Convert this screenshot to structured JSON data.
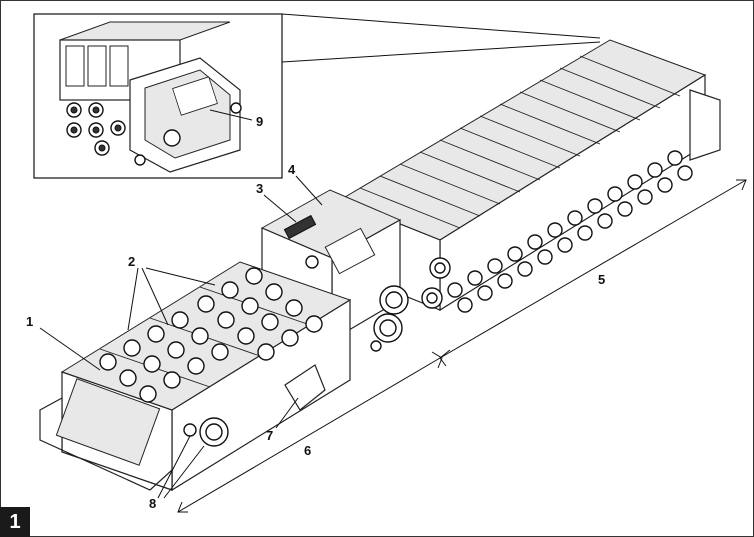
{
  "figure_number": "1",
  "callouts": {
    "c1": "1",
    "c2": "2",
    "c3": "3",
    "c4": "4",
    "c5": "5",
    "c6": "6",
    "c7": "7",
    "c8": "8",
    "c9": "9"
  }
}
